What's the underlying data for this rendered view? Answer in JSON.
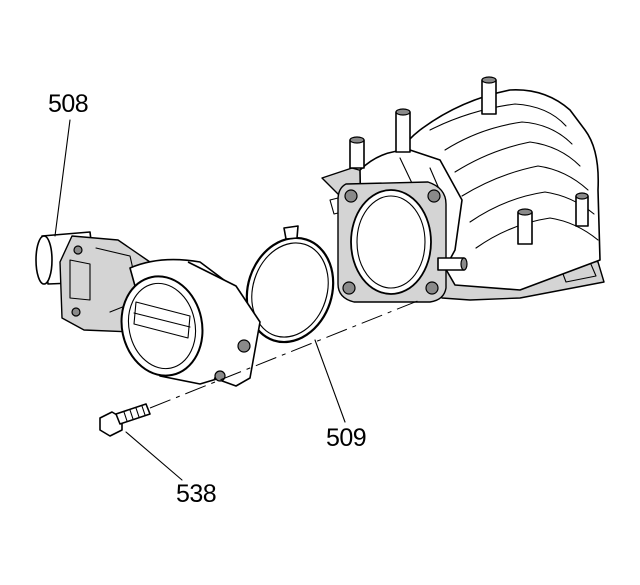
{
  "callouts": [
    {
      "id": "throttle-body",
      "label": "508"
    },
    {
      "id": "gasket",
      "label": "509"
    },
    {
      "id": "bolt",
      "label": "538"
    }
  ]
}
